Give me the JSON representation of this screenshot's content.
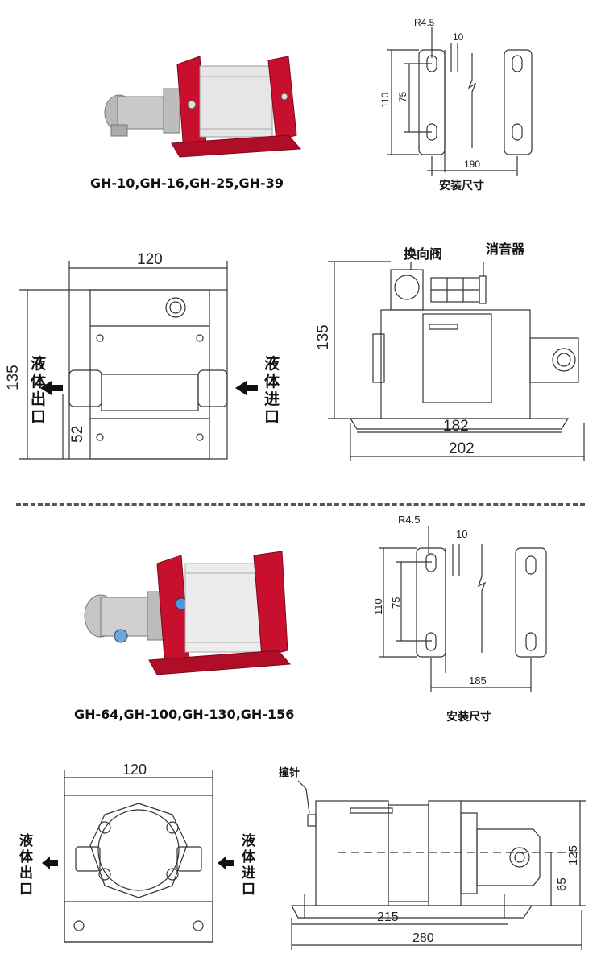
{
  "section1": {
    "model_caption": "GH-10,GH-16,GH-25,GH-39",
    "mount": {
      "caption": "安装尺寸",
      "r": "R4.5",
      "slot": "10",
      "h_outer": "110",
      "h_inner": "75",
      "width": "190"
    },
    "front": {
      "width": "120",
      "height": "135",
      "port_h": "52",
      "outlet": [
        "液",
        "体",
        "出",
        "口"
      ],
      "inlet": [
        "液",
        "体",
        "进",
        "口"
      ]
    },
    "side": {
      "height": "135",
      "inner": "182",
      "outer": "202",
      "valve": "换向阀",
      "muffler": "消音器"
    }
  },
  "section2": {
    "model_caption": "GH-64,GH-100,GH-130,GH-156",
    "mount": {
      "caption": "安装尺寸",
      "r": "R4.5",
      "slot": "10",
      "h_outer": "110",
      "h_inner": "75",
      "width": "185"
    },
    "front": {
      "width": "120",
      "outlet": [
        "液",
        "体",
        "出",
        "口"
      ],
      "inlet": [
        "液",
        "体",
        "进",
        "口"
      ]
    },
    "side": {
      "needle": "撞针",
      "height": "125",
      "port_h": "65",
      "inner": "215",
      "outer": "280"
    }
  },
  "colors": {
    "pump_red": "#c8102e",
    "line": "#333333"
  }
}
